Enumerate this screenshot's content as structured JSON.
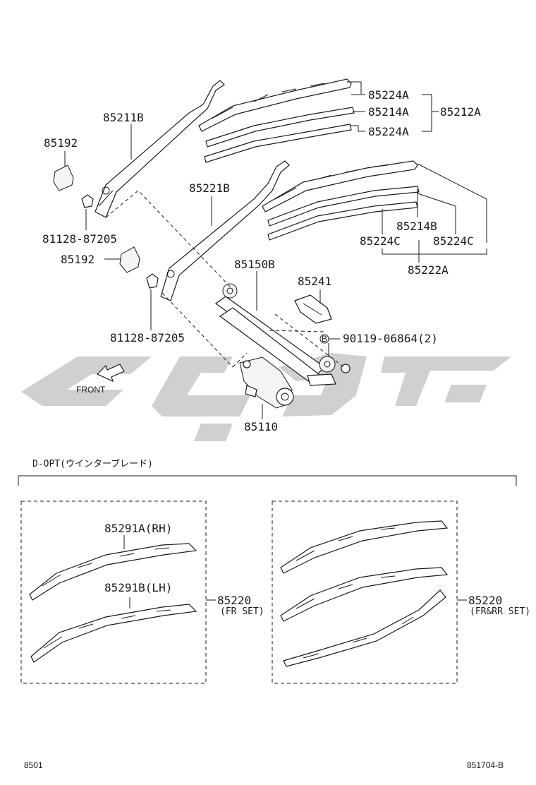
{
  "labels": {
    "p85211B": "85211B",
    "p85192_top": "85192",
    "p81128_top": "81128-87205",
    "p85192_mid": "85192",
    "p85221B": "85221B",
    "p85150B": "85150B",
    "p85241": "85241",
    "p81128_bot": "81128-87205",
    "p90119": "90119-06864(2)",
    "p90119_marker": "B",
    "p85110": "85110",
    "p85224A_1": "85224A",
    "p85214A": "85214A",
    "p85212A": "85212A",
    "p85224A_2": "85224A",
    "p85214B": "85214B",
    "p85224C_1": "85224C",
    "p85224C_2": "85224C",
    "p85222A": "85222A",
    "front": "FRONT"
  },
  "option_header": "D-OPT(ウインターブレード)",
  "sets": {
    "left": {
      "p85291A": "85291A(RH)",
      "p85291B": "85291B(LH)",
      "set_number": "85220",
      "set_note": "(FR SET)"
    },
    "right": {
      "set_number": "85220",
      "set_note": "(FR&RR SET)"
    }
  },
  "footer": {
    "left_code": "8501",
    "right_code": "851704-B"
  },
  "colors": {
    "line": "#1a1a1a",
    "watermark": "#c8c8c8"
  }
}
